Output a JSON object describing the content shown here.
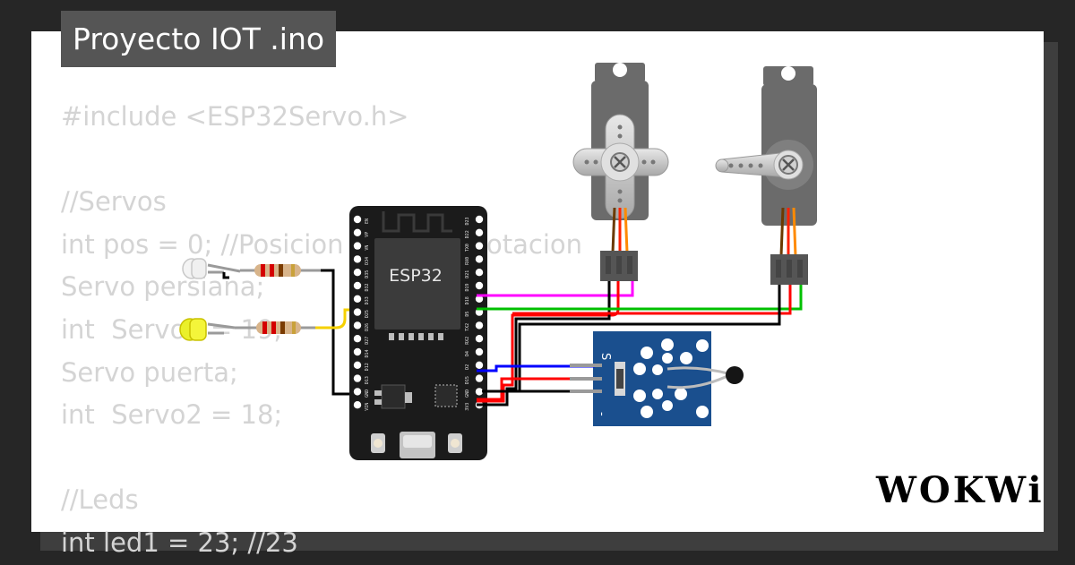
{
  "project": {
    "title": "Proyecto IOT .ino"
  },
  "code": {
    "lines": [
      "#include <ESP32Servo.h>",
      "",
      "//Servos",
      "int pos = 0; //Posicion inicial de rotacion",
      "Servo persiana;",
      "int  Servo1 = 19;",
      "Servo puerta;",
      "int  Servo2 = 18;",
      "",
      "//Leds",
      "int led1 = 23; //23"
    ]
  },
  "board": {
    "label": "ESP32",
    "left_pins": [
      "EN",
      "VP",
      "VN",
      "D34",
      "D35",
      "D32",
      "D33",
      "D25",
      "D26",
      "D27",
      "D14",
      "D12",
      "D13",
      "GND",
      "VIN"
    ],
    "right_pins": [
      "D23",
      "D22",
      "TX0",
      "RX0",
      "D21",
      "D19",
      "D18",
      "D5",
      "TX2",
      "RX2",
      "D4",
      "D2",
      "D15",
      "GND",
      "3V3"
    ]
  },
  "sensor": {
    "pin_signal": "S",
    "pin_minus": "-"
  },
  "brand": {
    "logo": "WOKWi"
  },
  "colors": {
    "background": "#262626",
    "card": "#ffffff",
    "title_bg": "#555555",
    "code_text": "#d4d4d4",
    "wire_black": "#000000",
    "wire_red": "#ff0000",
    "wire_green": "#00c000",
    "wire_magenta": "#ff00ff",
    "wire_blue": "#0000ff",
    "wire_yellow": "#ffd700",
    "board": "#1a1a1a",
    "sensor_board": "#1a4f8e",
    "servo_body": "#6b6b6b"
  }
}
